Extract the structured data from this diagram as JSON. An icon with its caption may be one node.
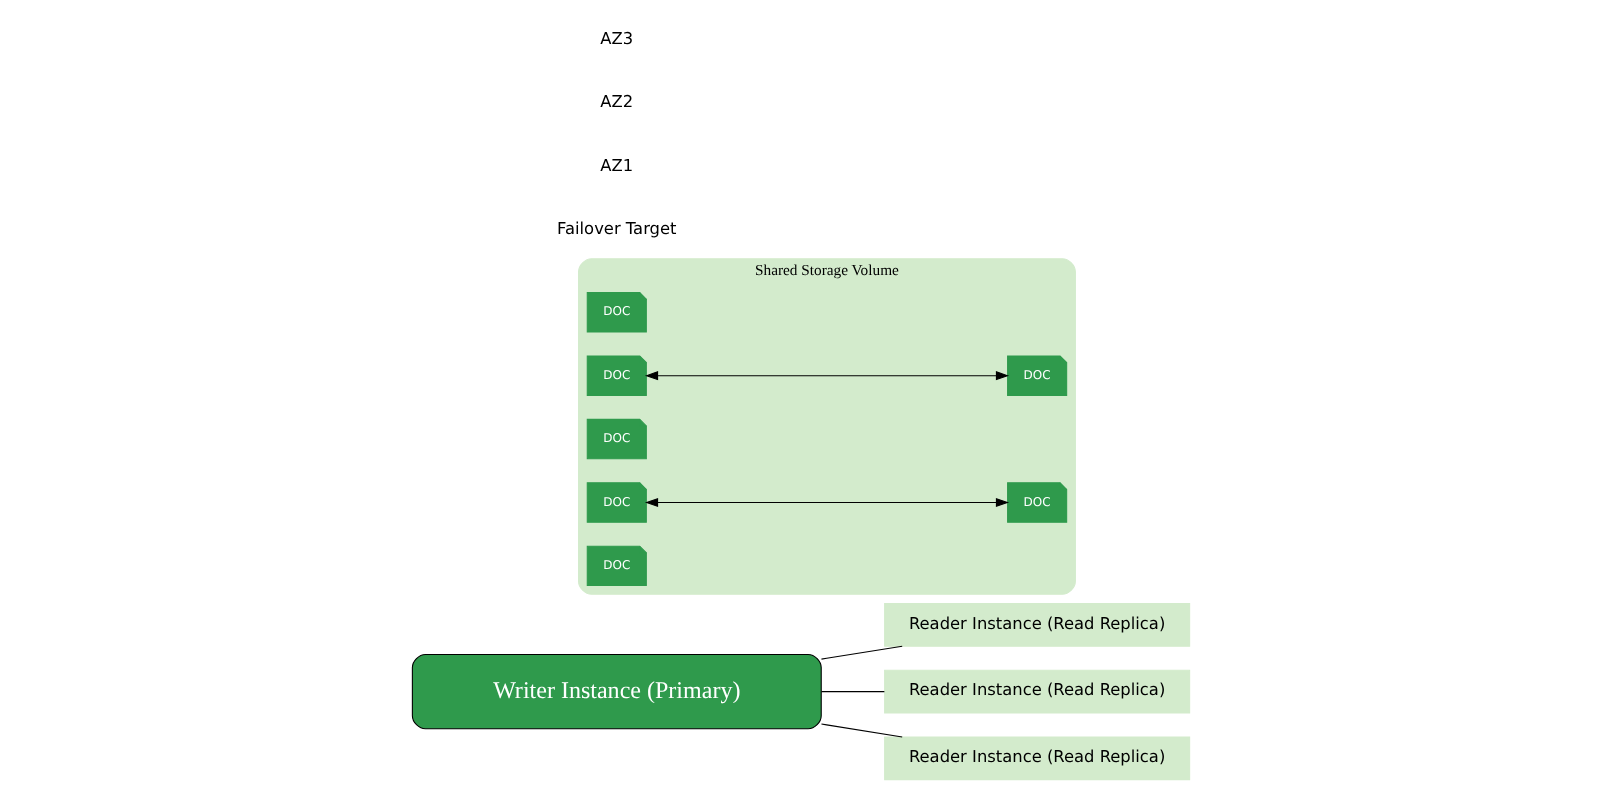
{
  "diagram": {
    "nodes": [
      {
        "text": [
          "Writer Instance (Primary)"
        ]
      },
      {
        "text": [
          "Reader Instance (Read Replica)"
        ]
      },
      {
        "text": [
          "Reader Instance (Read Replica)"
        ]
      },
      {
        "text": [
          "Reader Instance (Read Replica)"
        ]
      },
      {
        "text": [
          "Shared Storage Volume"
        ]
      },
      {
        "text": [
          "DOC"
        ],
        "in": 4
      },
      {
        "text": [
          "DOC"
        ],
        "in": 4
      },
      {
        "text": [
          "DOC"
        ],
        "in": 4
      },
      {
        "text": [
          "DOC"
        ],
        "in": 4
      },
      {
        "text": [
          "DOC"
        ],
        "in": 4
      },
      {
        "text": [
          "DOC"
        ],
        "in": 4
      },
      {
        "text": [
          "DOC"
        ],
        "in": 4
      }
    ],
    "edges": [
      {
        "from": 0,
        "to": 1,
        "arrow": "none"
      },
      {
        "from": 0,
        "to": 2,
        "arrow": "none"
      },
      {
        "from": 0,
        "to": 3,
        "arrow": "none"
      },
      {
        "from": 6,
        "to": 7,
        "arrow": "both"
      },
      {
        "from": 9,
        "to": 10,
        "arrow": "both"
      }
    ],
    "labels": [
      "Failover Target",
      "AZ1",
      "AZ2",
      "AZ3"
    ]
  }
}
